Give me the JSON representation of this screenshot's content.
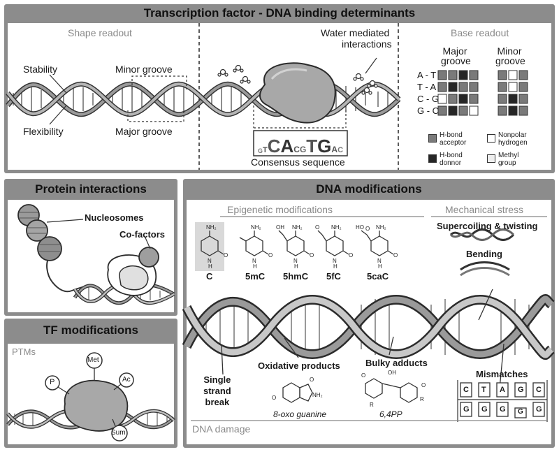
{
  "top": {
    "title": "Transcription factor - DNA binding determinants",
    "shape": {
      "heading": "Shape readout",
      "stability": "Stability",
      "flexibility": "Flexibility",
      "minor_groove": "Minor groove",
      "major_groove": "Major groove"
    },
    "center": {
      "water_line1": "Water mediated",
      "water_line2": "interactions",
      "consensus": "Consensus sequence",
      "logo_letters": [
        "G",
        "T",
        "C",
        "A",
        "C",
        "G",
        "T",
        "G",
        "A",
        "C"
      ]
    },
    "base": {
      "heading": "Base readout",
      "major_line1": "Major",
      "major_line2": "groove",
      "minor_line1": "Minor",
      "minor_line2": "groove",
      "pairs": [
        "A - T",
        "T - A",
        "C - G",
        "G - C"
      ],
      "major_matrix": [
        [
          "acc",
          "acc",
          "don",
          "acc"
        ],
        [
          "acc",
          "don",
          "acc",
          "acc"
        ],
        [
          "non",
          "acc",
          "don",
          "acc"
        ],
        [
          "acc",
          "don",
          "acc",
          "non"
        ]
      ],
      "minor_matrix": [
        [
          "acc",
          "non",
          "acc"
        ],
        [
          "acc",
          "non",
          "acc"
        ],
        [
          "acc",
          "don",
          "acc"
        ],
        [
          "acc",
          "don",
          "acc"
        ]
      ],
      "legend": {
        "acceptor_line1": "H-bond",
        "acceptor_line2": "acceptor",
        "donor_line1": "H-bond",
        "donor_line2": "donnor",
        "nonpolar_line1": "Nonpolar",
        "nonpolar_line2": "hydrogen",
        "methyl_line1": "Methyl",
        "methyl_line2": "group"
      },
      "colors": {
        "acc": "#7a7a7a",
        "don": "#262626",
        "non": "#ffffff",
        "met": "#eeeeee"
      }
    }
  },
  "protein": {
    "title": "Protein interactions",
    "nucleosomes": "Nucleosomes",
    "cofactors": "Co-factors"
  },
  "tf": {
    "title": "TF modifications",
    "ptms": "PTMs",
    "p": "P",
    "met": "Met",
    "ac": "Ac",
    "sum": "Sum"
  },
  "dna": {
    "title": "DNA modifications",
    "epigenetic": "Epigenetic modifications",
    "mechanical": "Mechanical stress",
    "bases": [
      "C",
      "5mC",
      "5hmC",
      "5fC",
      "5caC"
    ],
    "supercoiling": "Supercoiling & twisting",
    "bending": "Bending",
    "single_line1": "Single",
    "single_line2": "strand",
    "single_line3": "break",
    "oxidative": "Oxidative products",
    "oxo_guanine": "8-oxo guanine",
    "bulky": "Bulky adducts",
    "pp64": "6,4PP",
    "mismatches": "Mismatches",
    "damage": "DNA damage",
    "mismatch_top": [
      "C",
      "T",
      "A",
      "G",
      "C"
    ],
    "mismatch_bottom": [
      "G",
      "G",
      "G",
      "G",
      "G"
    ]
  }
}
